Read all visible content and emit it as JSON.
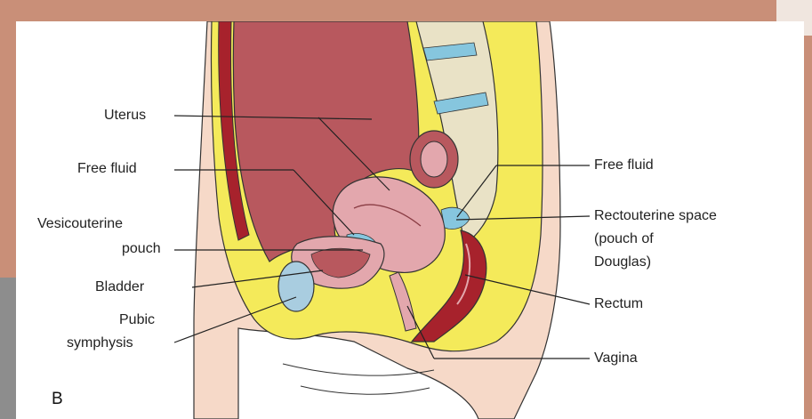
{
  "figure": {
    "panel_letter": "B",
    "labels": {
      "uterus": "Uterus",
      "free_fluid_left": "Free fluid",
      "vesicouterine_line1": "Vesicouterine",
      "vesicouterine_line2": "pouch",
      "bladder": "Bladder",
      "pubic_line1": "Pubic",
      "pubic_line2": "symphysis",
      "free_fluid_right": "Free fluid",
      "rectouterine_line1": "Rectouterine space",
      "rectouterine_line2": "(pouch of",
      "rectouterine_line3": "Douglas)",
      "rectum": "Rectum",
      "vagina": "Vagina"
    }
  },
  "colors": {
    "background": "#c98f78",
    "panel": "#ffffff",
    "fat_yellow": "#f4ea5a",
    "abdomen_red": "#b8585e",
    "uterus_pink": "#e3a7ad",
    "skin": "#f6d9c8",
    "bone": "#e9e2c6",
    "fluid_blue": "#86c6de",
    "bladder_blue": "#a9cde0",
    "rectum_red": "#a7222c"
  }
}
